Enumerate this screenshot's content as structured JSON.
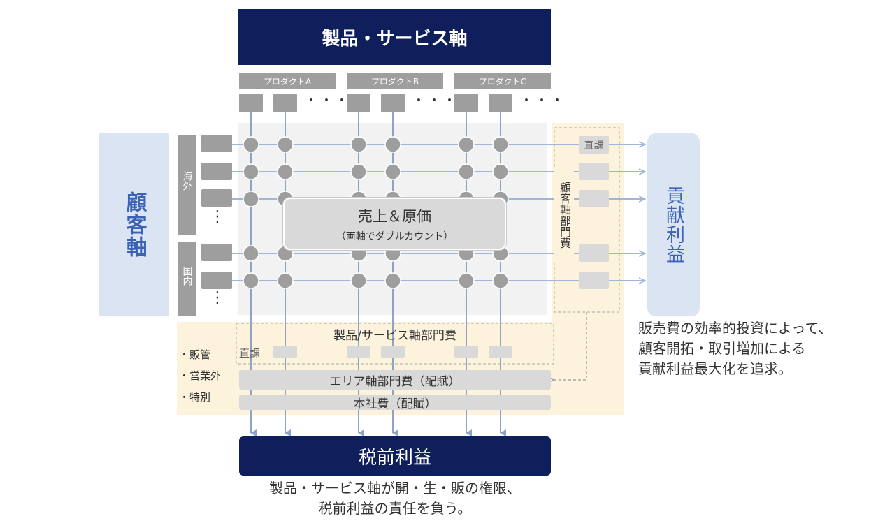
{
  "product_axis": {
    "title": "製品・サービス軸",
    "products": [
      "プロダクトA",
      "プロダクトB",
      "プロダクトC"
    ],
    "ellipsis": "・・・"
  },
  "customer_axis": {
    "title": "顧客軸",
    "groups": [
      "海外",
      "国内"
    ],
    "vertical_ellipsis": "⋮"
  },
  "center_box": {
    "title": "売上＆原価",
    "subtitle": "（両軸でダブルカウント）"
  },
  "customer_dept_cost": {
    "label": "顧客軸部門費",
    "direct_label": "直課"
  },
  "contribution_profit": {
    "title": "貢献利益"
  },
  "right_caption": {
    "lines": [
      "販売費の効率的投資によって、",
      "顧客開拓・取引増加による",
      "貢献利益最大化を追求。"
    ]
  },
  "product_dept_cost": {
    "label": "製品/サービス軸部門費",
    "direct_label": "直課"
  },
  "left_notes": [
    "・販管",
    "・営業外",
    "・特別"
  ],
  "area_cost": {
    "label": "エリア軸部門費（配賦）"
  },
  "hq_cost": {
    "label": "本社費（配賦）"
  },
  "pretax_profit": {
    "title": "税前利益"
  },
  "bottom_caption": {
    "lines": [
      "製品・サービス軸が開・生・販の権限、",
      "税前利益の責任を負う。"
    ]
  },
  "colors": {
    "navy": "#0f1f5c",
    "customer_axis_bg": "#dbe4f3",
    "customer_axis_text": "#3a63b8",
    "cost_area_bg": "#fdf3dc",
    "line_blue": "#9fb6d9",
    "node_gray": "#9e9e9e"
  }
}
